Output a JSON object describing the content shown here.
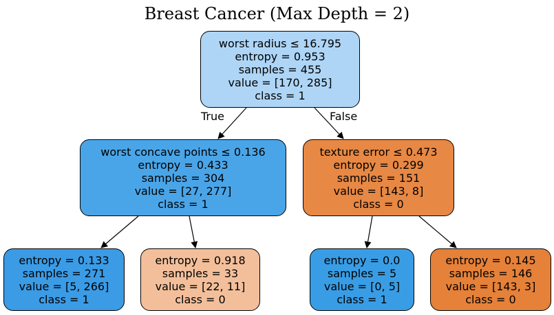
{
  "title": "Breast Cancer (Max Depth = 2)",
  "edge_labels": {
    "true": "True",
    "false": "False"
  },
  "colors": {
    "root": "#aed5f6",
    "n1": "#4aa5e8",
    "n2": "#e78844",
    "l1": "#3b9be5",
    "l2": "#f3bf9b",
    "l3": "#399de5",
    "l4": "#e58139"
  },
  "nodes": {
    "root": {
      "split": "worst radius ≤ 16.795",
      "entropy": "entropy = 0.953",
      "samples": "samples = 455",
      "value": "value = [170, 285]",
      "class": "class = 1"
    },
    "n1": {
      "split": "worst concave points ≤ 0.136",
      "entropy": "entropy = 0.433",
      "samples": "samples = 304",
      "value": "value = [27, 277]",
      "class": "class = 1"
    },
    "n2": {
      "split": "texture error ≤ 0.473",
      "entropy": "entropy = 0.299",
      "samples": "samples = 151",
      "value": "value = [143, 8]",
      "class": "class = 0"
    },
    "l1": {
      "entropy": "entropy = 0.133",
      "samples": "samples = 271",
      "value": "value = [5, 266]",
      "class": "class = 1"
    },
    "l2": {
      "entropy": "entropy = 0.918",
      "samples": "samples = 33",
      "value": "value = [22, 11]",
      "class": "class = 0"
    },
    "l3": {
      "entropy": "entropy = 0.0",
      "samples": "samples = 5",
      "value": "value = [0, 5]",
      "class": "class = 1"
    },
    "l4": {
      "entropy": "entropy = 0.145",
      "samples": "samples = 146",
      "value": "value = [143, 3]",
      "class": "class = 0"
    }
  }
}
